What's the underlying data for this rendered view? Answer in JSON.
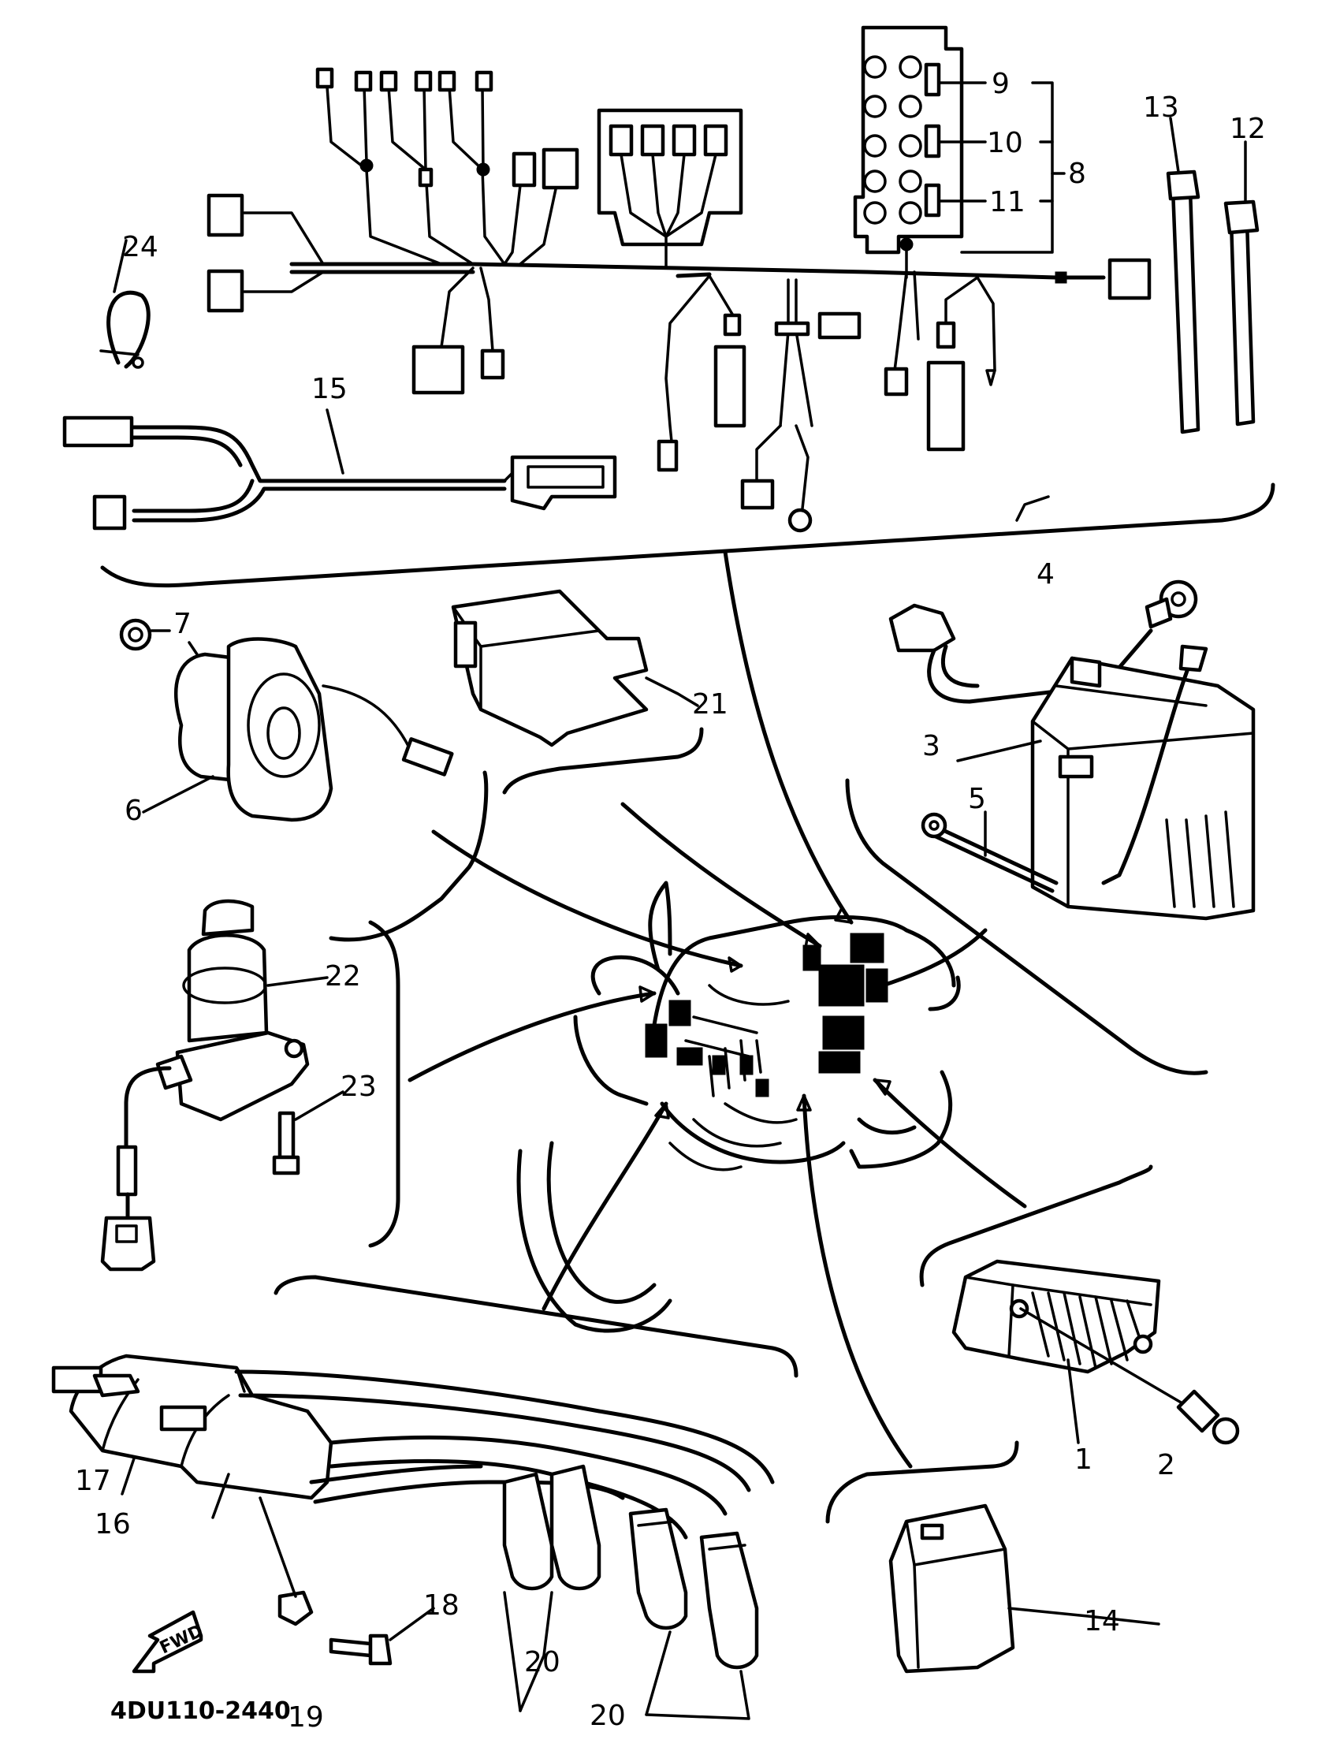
{
  "diagram": {
    "figure_code": "4DU110-2440",
    "direction_label": "FWD",
    "callouts": [
      "1",
      "2",
      "3",
      "4",
      "5",
      "6",
      "7",
      "8",
      "9",
      "10",
      "11",
      "12",
      "13",
      "14",
      "15",
      "16",
      "17",
      "18",
      "19",
      "20",
      "20",
      "21",
      "22",
      "23",
      "24"
    ]
  }
}
